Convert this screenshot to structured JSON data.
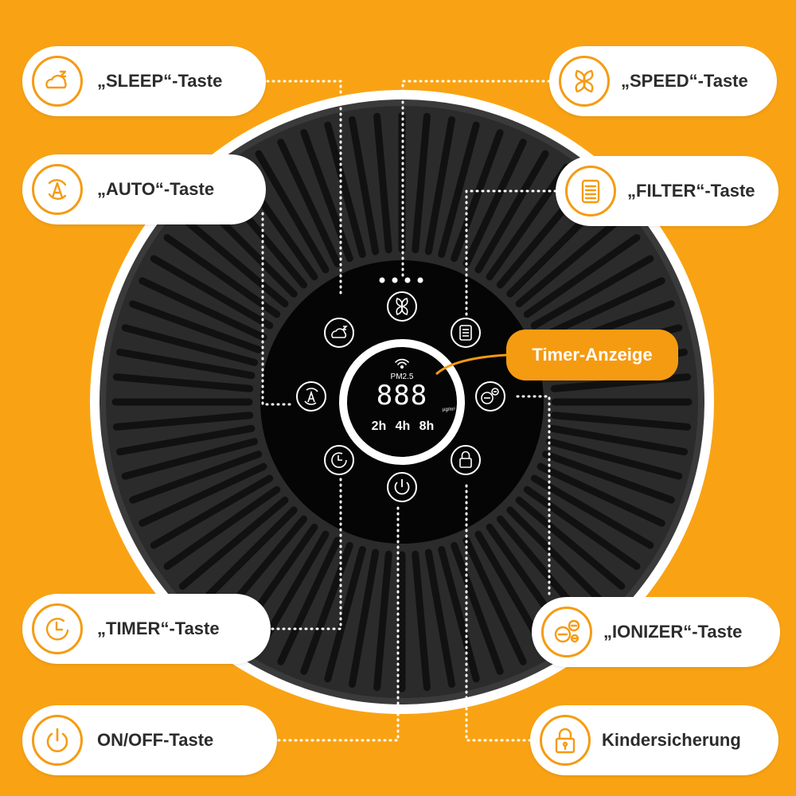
{
  "callouts": {
    "sleep": "„SLEEP“-Taste",
    "auto": "„AUTO“-Taste",
    "timer": "„TIMER“-Taste",
    "onoff": "ON/OFF-Taste",
    "speed": "„SPEED“-Taste",
    "filter": "„FILTER“-Taste",
    "ionizer": "„IONIZER“-Taste",
    "childlock": "Kindersicherung",
    "timer_display": "Timer-Anzeige"
  },
  "display": {
    "pm_label": "PM2.5",
    "digits": "888",
    "unit": "µg/m³",
    "timer_options": [
      "2h",
      "4h",
      "8h"
    ]
  },
  "colors": {
    "background": "#f9a314",
    "accent": "#f59b12",
    "device_grille": "#2a2a2a",
    "panel": "#050505"
  },
  "icons": {
    "sleep": "moon-cloud-icon",
    "auto": "auto-mode-icon",
    "timer": "clock-icon",
    "onoff": "power-icon",
    "speed": "fan-icon",
    "filter": "filter-icon",
    "ionizer": "ionizer-icon",
    "childlock": "lock-icon",
    "wifi": "wifi-icon"
  }
}
